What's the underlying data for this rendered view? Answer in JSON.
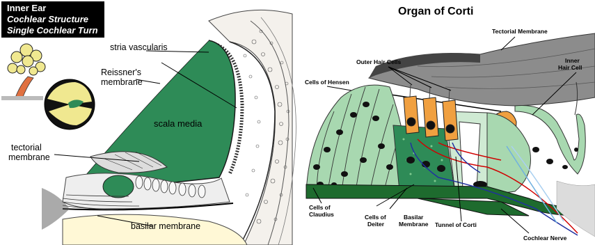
{
  "left_panel": {
    "title_lines": [
      "Inner Ear",
      "Cochlear Structure",
      "Single Cochlear Turn"
    ],
    "labels": {
      "stria_vascularis": "stria vascularis",
      "reissners_1": "Reissner's",
      "reissners_2": "membrane",
      "scala_media": "scala media",
      "tectorial_1": "tectorial",
      "tectorial_2": "membrane",
      "basilar": "basilar membrane"
    },
    "colors": {
      "scala_media": "#2e8b57",
      "bone_fill": "#fff8d6",
      "title_bg": "#000000"
    }
  },
  "right_panel": {
    "title": "Organ of Corti",
    "labels": {
      "tectorial": "Tectorial Membrane",
      "inner_hair_1": "Inner",
      "inner_hair_2": "Hair Cell",
      "outer_hair": "Outer Hair Cells",
      "hensen": "Cells of Hensen",
      "claudius_1": "Cells of",
      "claudius_2": "Claudius",
      "deiter_1": "Cells of",
      "deiter_2": "Deiter",
      "basilar_1": "Basilar",
      "basilar_2": "Membrane",
      "tunnel": "Tunnel of Corti",
      "nerve": "Cochlear Nerve"
    },
    "colors": {
      "tectorial": "#8c8c8c",
      "cells": "#a8d8b0",
      "deiter": "#2e8b57",
      "hair_cell": "#f0a040",
      "basilar": "#1e6b2e",
      "nerve_red": "#d00000",
      "nerve_blue": "#2030a0"
    }
  }
}
